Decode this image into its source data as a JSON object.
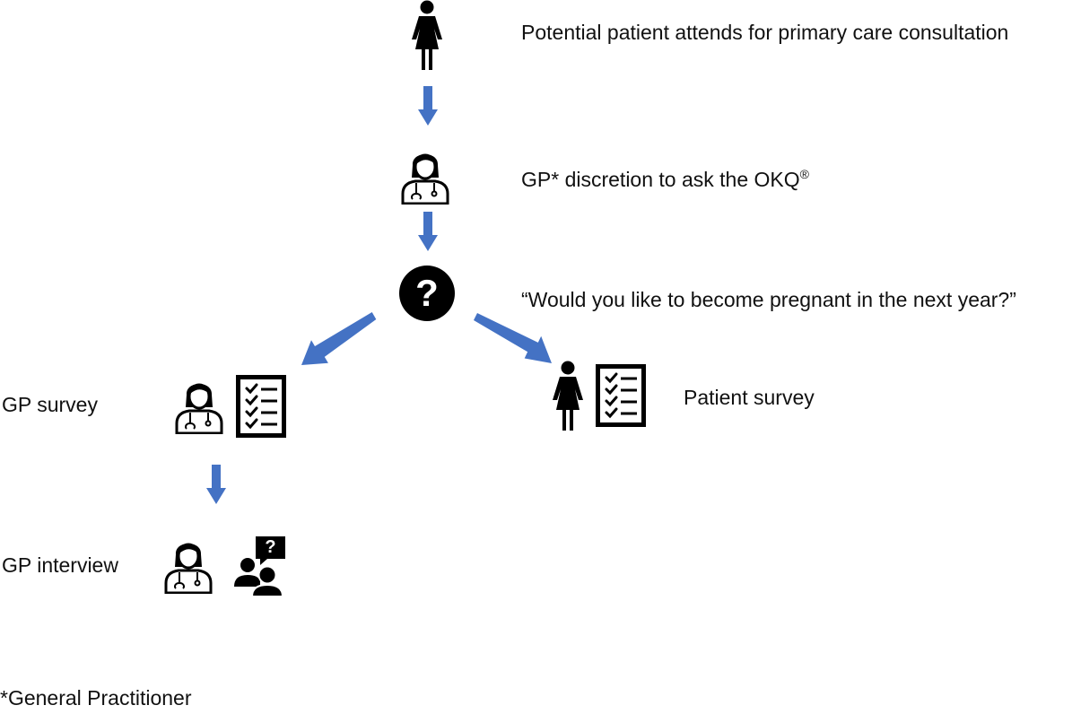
{
  "steps": {
    "attend": "Potential patient attends for primary care consultation",
    "discretion": "GP* discretion to ask the OKQ",
    "discretion_mark": "®",
    "question": "“Would you like to become pregnant in the next year?”",
    "question_mark": "?"
  },
  "branches": {
    "gp_survey": "GP survey",
    "patient_survey": "Patient survey",
    "gp_interview": "GP interview",
    "interview_bubble": "?"
  },
  "footnote": "*General Practitioner",
  "colors": {
    "arrow": "#4472C4",
    "icon": "#000000"
  },
  "icons": {
    "patient": "woman-icon",
    "gp": "female-doctor-icon",
    "question": "question-circle-icon",
    "survey": "checklist-icon",
    "interview": "people-speech-bubble-icon"
  }
}
